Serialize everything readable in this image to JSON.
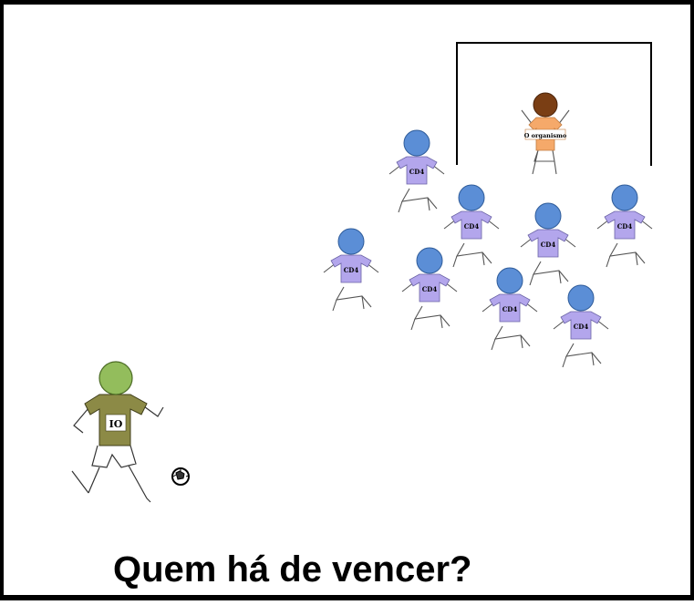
{
  "caption": "Quem há de vencer?",
  "goalkeeper": {
    "label": "O organismo",
    "head_color": "#7a3e14",
    "shirt_color": "#f5a96a"
  },
  "defender_label": "CD4",
  "defender_colors": {
    "head": "#5b8ed6",
    "shirt": "#b3a6ec"
  },
  "defenders": [
    {
      "label": "CD4",
      "pose": "kick-right"
    },
    {
      "label": "CD4",
      "pose": "stand"
    },
    {
      "label": "CD4",
      "pose": "stand"
    },
    {
      "label": "CD4",
      "pose": "kick-right"
    },
    {
      "label": "CD4",
      "pose": "stand"
    },
    {
      "label": "CD4",
      "pose": "stand"
    },
    {
      "label": "CD4",
      "pose": "kick-left"
    },
    {
      "label": "CD4",
      "pose": "stand"
    }
  ],
  "attacker": {
    "label": "IO",
    "head_color": "#93bd5c",
    "shirt_color": "#8c8a46"
  },
  "ball": "soccer-ball-icon"
}
